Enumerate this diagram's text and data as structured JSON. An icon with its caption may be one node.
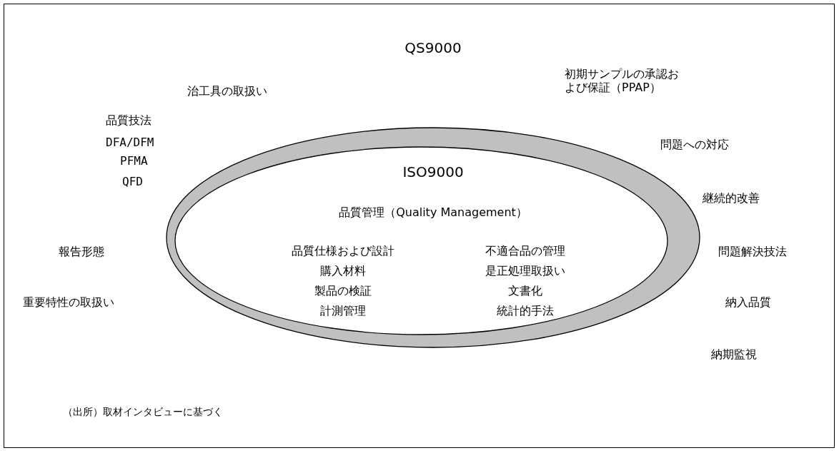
{
  "diagram": {
    "caption": "（出所）取材インタビューに基づく",
    "nodes": [
      {
        "text": [],
        "shape": "ellipse"
      },
      {
        "text": [
          "ISO9000",
          "品質管理（Quality Management）",
          "品質仕様および設計",
          "購入材料",
          "製品の検証",
          "計測管理",
          "不適合品の管理",
          "是正処理取扱い",
          "文書化",
          "統計的手法"
        ],
        "in": 0
      }
    ],
    "labels": [
      "QS9000",
      "初期サンプルの承認および保証（PPAP）",
      "治工具の取扱い",
      "品質技法",
      "DFA/DFM",
      "PFMA",
      "QFD",
      "問題への対応",
      "継続的改善",
      "報告形態",
      "問題解決技法",
      "重要特性の取扱い",
      "納入品質",
      "納期監視"
    ]
  }
}
